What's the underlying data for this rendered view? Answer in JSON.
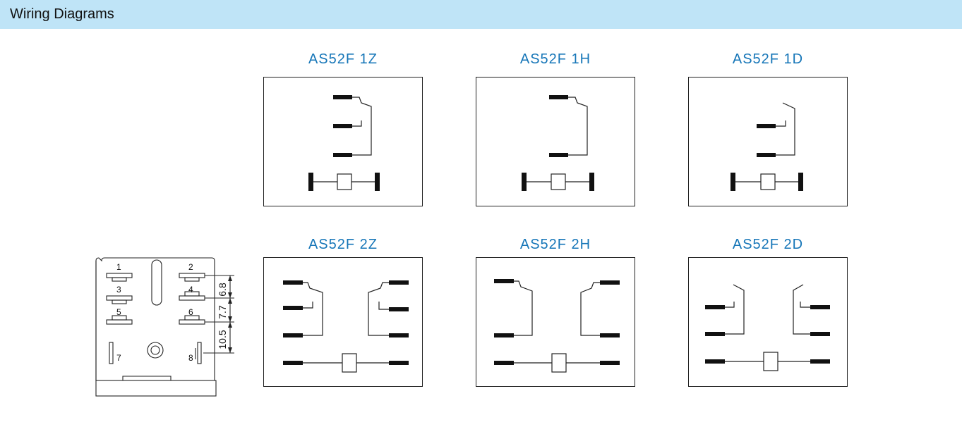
{
  "header": {
    "title": "Wiring Diagrams"
  },
  "colors": {
    "header_bg": "#bfe4f7",
    "title_color": "#1676b8",
    "line": "#222222"
  },
  "diagrams": [
    {
      "title": "AS52F 1Z"
    },
    {
      "title": "AS52F 1H"
    },
    {
      "title": "AS52F 1D"
    },
    {
      "title": "AS52F 2Z"
    },
    {
      "title": "AS52F 2H"
    },
    {
      "title": "AS52F 2D"
    }
  ],
  "footprint": {
    "pins": [
      "1",
      "2",
      "3",
      "4",
      "5",
      "6",
      "7",
      "8"
    ],
    "dimensions": [
      "6.8",
      "7.7",
      "10.5"
    ]
  }
}
